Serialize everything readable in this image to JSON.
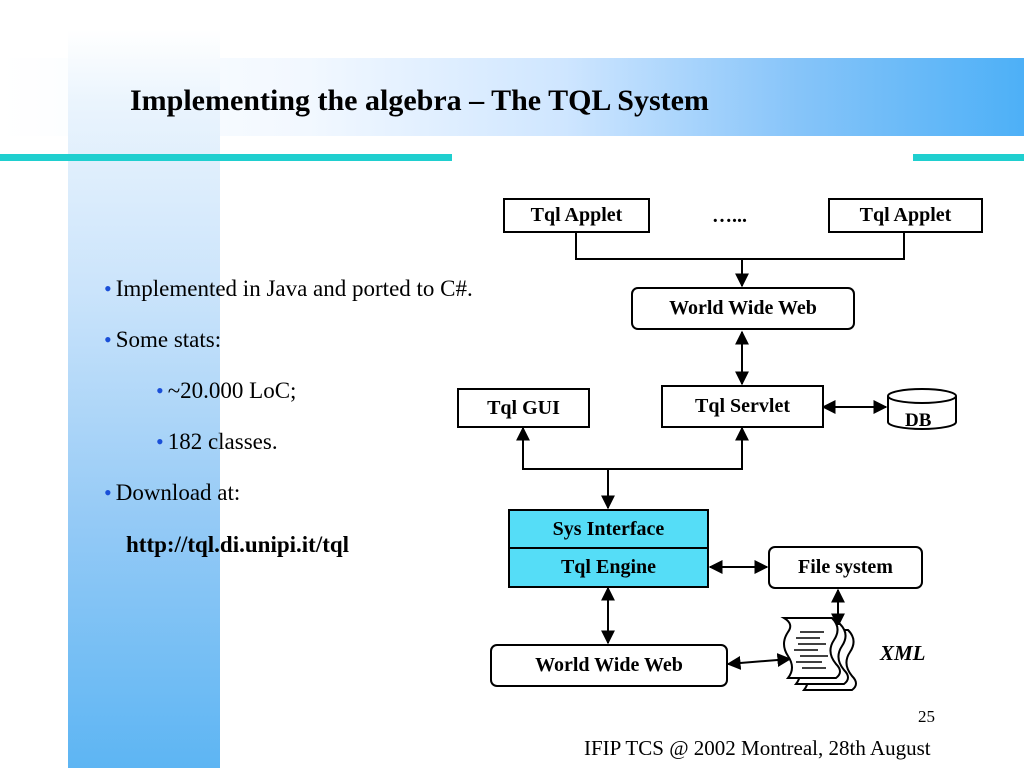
{
  "slide": {
    "title": "Implementing the algebra – The TQL System",
    "page_number": "25",
    "footer": "IFIP TCS @ 2002 Montreal, 28th August"
  },
  "bullets": {
    "b1": "Implemented in Java and ported to C#.",
    "b2": "Some stats:",
    "b2a": "~20.000 LoC;",
    "b2b": "182 classes.",
    "b3": "Download at:",
    "url": "http://tql.di.unipi.it/tql"
  },
  "diagram": {
    "applet_left": "Tql Applet",
    "ellipsis": "…...",
    "applet_right": "Tql Applet",
    "www_top": "World Wide Web",
    "gui": "Tql GUI",
    "servlet": "Tql Servlet",
    "db": "DB",
    "sys_interface": "Sys Interface",
    "engine": "Tql Engine",
    "file_system": "File system",
    "www_bottom": "World Wide Web",
    "xml": "XML"
  },
  "colors": {
    "teal_rule": "#1fcfcf",
    "engine_fill": "#55ddf7",
    "bullet_dot": "#1a4fd8"
  }
}
